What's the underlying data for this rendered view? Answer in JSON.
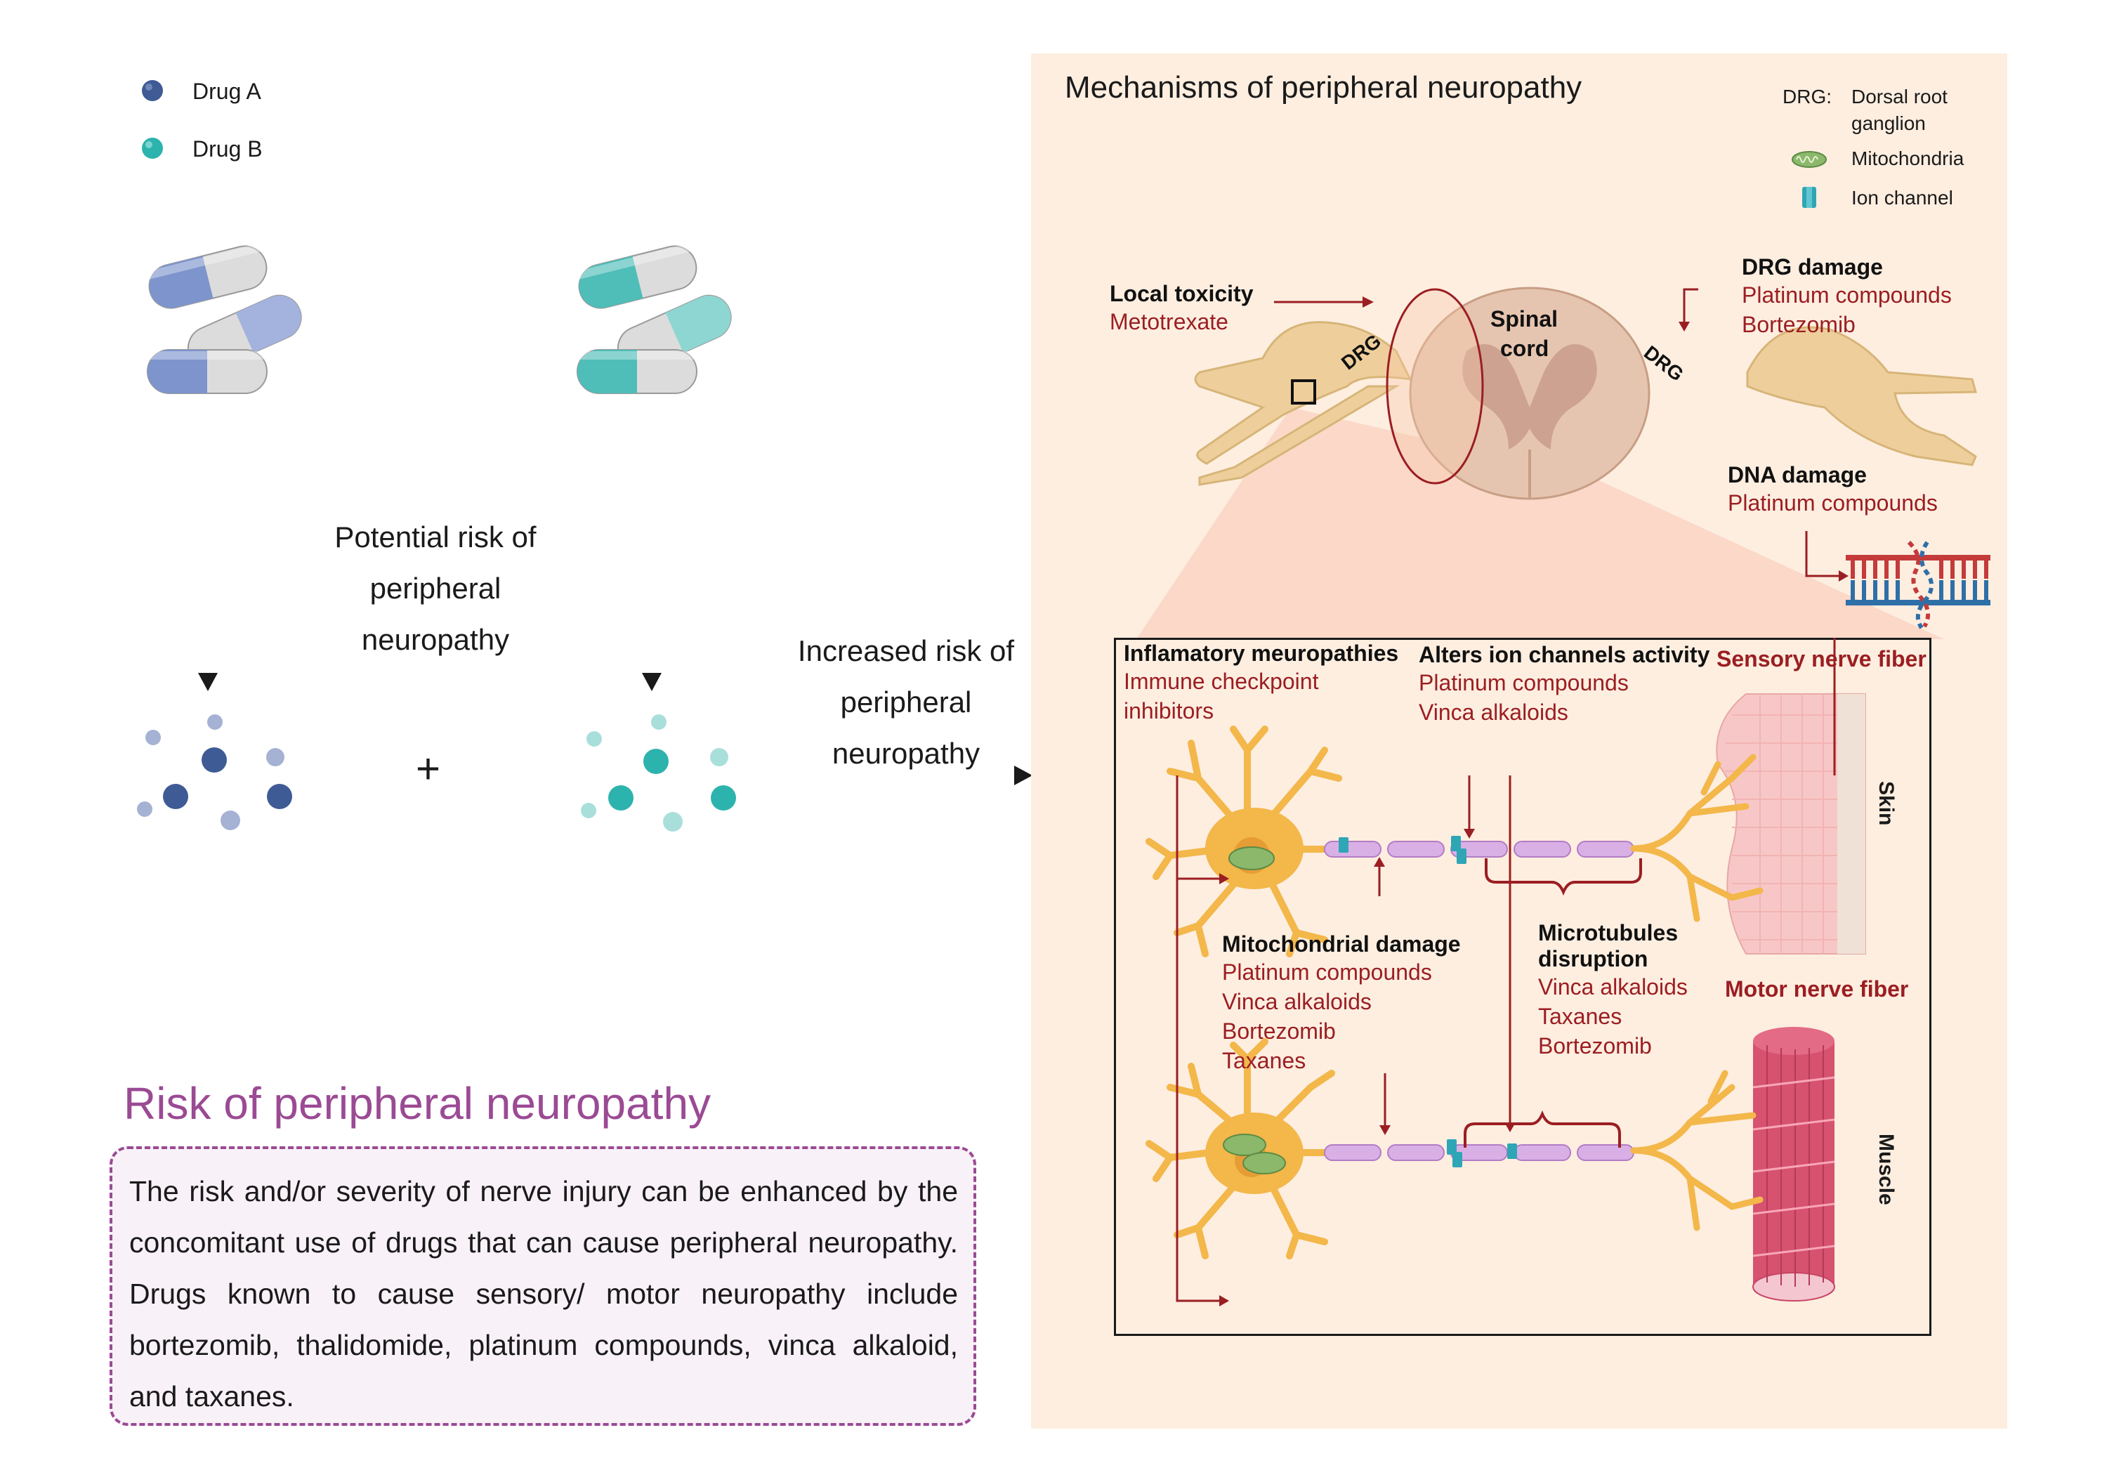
{
  "legend_left": {
    "drug_a": "Drug A",
    "drug_b": "Drug B"
  },
  "center": {
    "potential_line1": "Potential risk of",
    "potential_line2": "peripheral",
    "potential_line3": "neuropathy",
    "increased_line1": "Increased risk of",
    "increased_line2": "peripheral",
    "increased_line3": "neuropathy",
    "plus": "+"
  },
  "mechanisms": {
    "title": "Mechanisms of peripheral neuropathy",
    "legend": {
      "drg_abbr": "DRG:",
      "drg_line1": "Dorsal root",
      "drg_line2": "ganglion",
      "mitochondria": "Mitochondria",
      "ion_channel": "Ion channel"
    },
    "local_toxicity": {
      "title": "Local toxicity",
      "drug": "Metotrexate"
    },
    "drg_damage": {
      "title": "DRG damage",
      "drugs": [
        "Platinum compounds",
        "Bortezomib"
      ]
    },
    "dna_damage": {
      "title": "DNA damage",
      "drug": "Platinum compounds"
    },
    "spinal_cord_line1": "Spinal",
    "spinal_cord_line2": "cord",
    "drg_label": "DRG",
    "inflammatory": {
      "title": "Inflamatory meuropathies",
      "line1": "Immune checkpoint",
      "line2": "inhibitors"
    },
    "ion_channels": {
      "title": "Alters ion channels activity",
      "drugs": [
        "Platinum compounds",
        "Vinca alkaloids"
      ]
    },
    "sensory_fiber": "Sensory nerve fiber",
    "skin": "Skin",
    "mito_damage": {
      "title": "Mitochondrial damage",
      "drugs": [
        "Platinum compounds",
        "Vinca alkaloids",
        "Bortezomib",
        "Taxanes"
      ]
    },
    "microtubules": {
      "title_line1": "Microtubules",
      "title_line2": "disruption",
      "drugs": [
        "Vinca alkaloids",
        "Taxanes",
        "Bortezomib"
      ]
    },
    "motor_fiber": "Motor nerve fiber",
    "muscle": "Muscle"
  },
  "risk": {
    "title": "Risk of peripheral neuropathy",
    "body": "The risk and/or severity of nerve injury can be enhanced by the concomitant use of drugs that can cause peripheral neuropathy. Drugs known to cause sensory/ motor neuropathy include bortezomib, thalidomide, platinum compounds, vinca alkaloid, and taxanes."
  },
  "colors": {
    "drug_a": "#3f5b95",
    "drug_a_light": "#a6b2d4",
    "drug_b": "#2db3ad",
    "drug_b_light": "#a9dfdb",
    "panel_bg": "#fdeee0",
    "accent_red": "#9b1e22",
    "risk_purple": "#9b4a94",
    "neuron": "#f3b74a",
    "myelin": "#d9b0e6"
  }
}
